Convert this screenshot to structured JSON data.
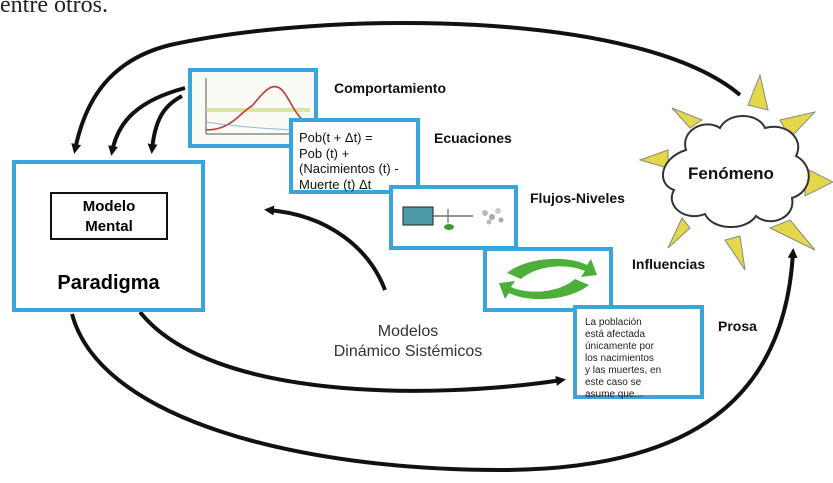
{
  "top_text": "entre otros.",
  "paradigm": {
    "mental_model": "Modelo\nMental",
    "paradigm_label": "Paradigma"
  },
  "layers": {
    "comportamiento": "Comportamiento",
    "ecuaciones": "Ecuaciones",
    "flujos_niveles": "Flujos-Niveles",
    "influencias": "Influencias",
    "prosa": "Prosa"
  },
  "equation_text": [
    "Pob(t + Δt) =",
    "Pob (t) +",
    "(Nacimientos (t) -",
    "Muerte (t) Δt"
  ],
  "prose_text": [
    "La población",
    "está afectada",
    "únicamente por",
    "los nacimientos",
    "y las muertes, en",
    "este caso se",
    "asume que..."
  ],
  "center_label": [
    "Modelos",
    "Dinámico Sistémicos"
  ],
  "phenomenon": "Fenómeno",
  "colors": {
    "box_border": "#3aa4dc",
    "arrow": "#111111",
    "star": "#e4d84a",
    "influence_arrow": "#4caf3a"
  }
}
